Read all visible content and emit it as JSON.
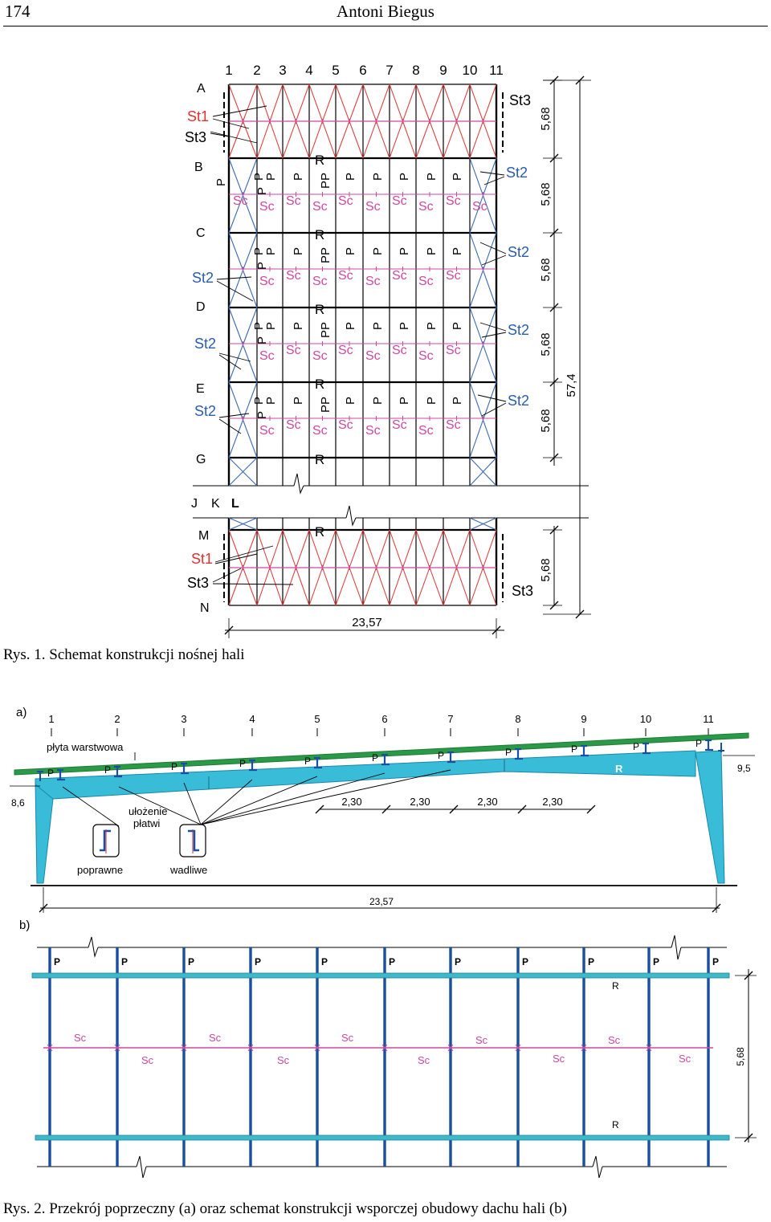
{
  "header": {
    "page_number": "174",
    "author": "Antoni Biegus"
  },
  "fig1": {
    "caption": "Rys. 1. Schemat konstrukcji nośnej hali",
    "col_labels": [
      "1",
      "2",
      "3",
      "4",
      "5",
      "6",
      "7",
      "8",
      "9",
      "10",
      "11"
    ],
    "row_labels": [
      "A",
      "B",
      "C",
      "D",
      "E",
      "G",
      "J",
      "K",
      "L",
      "M",
      "N"
    ],
    "member_labels": {
      "st1": "St1",
      "st2": "St2",
      "st3": "St3",
      "purlin": "P",
      "sag_rod": "Sc",
      "rafter": "R"
    },
    "dimensions": {
      "bay": "5,68",
      "total_length": "57,4",
      "span": "23,57"
    },
    "colors": {
      "grid": "#000000",
      "bracing_red": "#e04040",
      "bracing_blue": "#3a6ab0",
      "sag_rod": "#d048a0",
      "st1_label": "#e03030",
      "st2_label": "#2a5cb0"
    }
  },
  "fig2": {
    "caption": "Rys. 2.  Przekrój poprzeczny (a) oraz schemat konstrukcji wsporczej obudowy dachu hali (b)",
    "panel_a": "a)",
    "panel_b": "b)",
    "col_labels": [
      "1",
      "2",
      "3",
      "4",
      "5",
      "6",
      "7",
      "8",
      "9",
      "10",
      "11"
    ],
    "roof_label": "płyta warstwowa",
    "purlin_label": "ułożenie\npłatwi",
    "correct_label": "poprawne",
    "wrong_label": "wadliwe",
    "left_height": "8,6",
    "right_height": "9,5",
    "spacing": "2,30",
    "span": "23,57",
    "rafter": "R",
    "purlin": "P",
    "sag_rod": "Sc",
    "bay": "5,68",
    "colors": {
      "frame": "#38bcd8",
      "roof": "#2a9a48",
      "purlin_blue": "#1a4ea0",
      "sag_rod": "#d048a0",
      "rafter": "#40b8c8"
    }
  }
}
